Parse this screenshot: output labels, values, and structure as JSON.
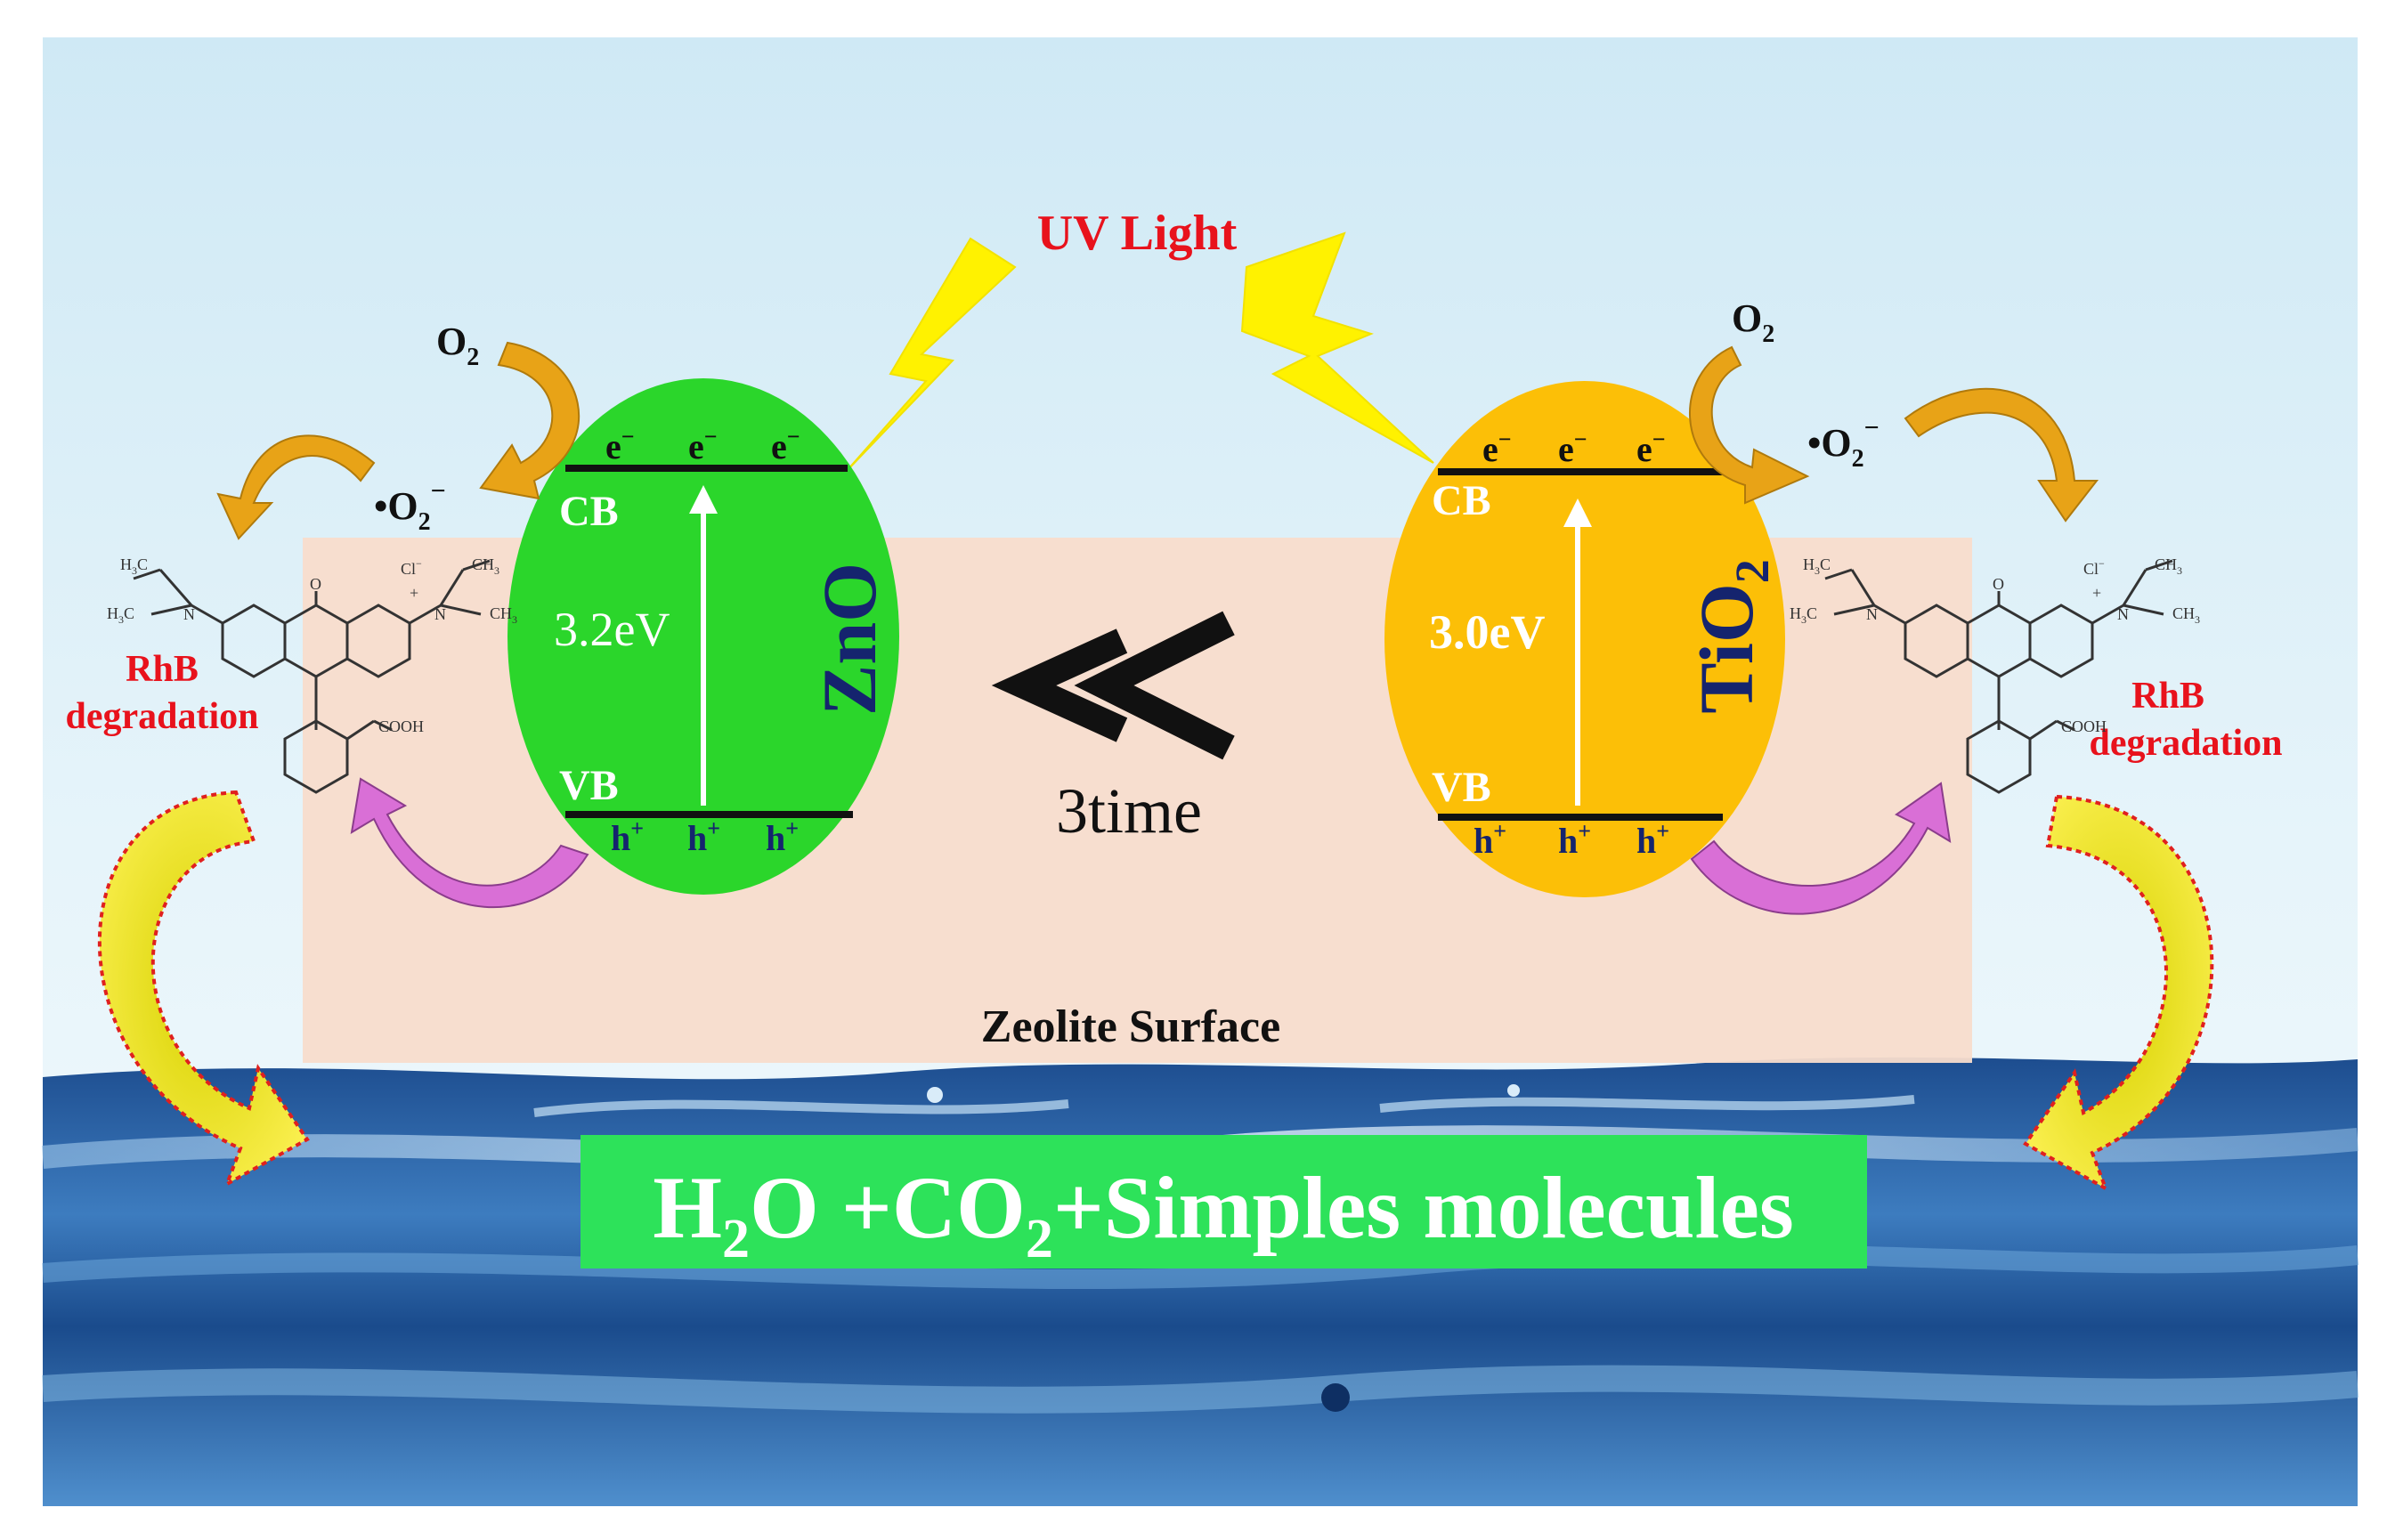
{
  "title": "UV Light",
  "zno": {
    "name": "ZnO",
    "cb": "CB",
    "vb": "VB",
    "band_gap": "3.2eV",
    "electron": "e",
    "electron_sup": "−",
    "hole": "h",
    "hole_sup": "+"
  },
  "tio2": {
    "name": "TiO",
    "name_sub": "2",
    "cb": "CB",
    "vb": "VB",
    "band_gap": "3.0eV",
    "electron": "e",
    "electron_sup": "−",
    "hole": "h",
    "hole_sup": "+"
  },
  "comparison": {
    "symbol": "<<",
    "label": "3time"
  },
  "left_side": {
    "o2": "O",
    "o2_sub": "2",
    "superoxide": "•O",
    "superoxide_sub": "2",
    "superoxide_sup": "−",
    "rhb_line1": "RhB",
    "rhb_line2": "degradation"
  },
  "right_side": {
    "o2": "O",
    "o2_sub": "2",
    "superoxide": "•O",
    "superoxide_sub": "2",
    "superoxide_sup": "−",
    "rhb_line1": "RhB",
    "rhb_line2": "degradation"
  },
  "molecule_labels": {
    "cl": "Cl",
    "cl_sup": "−",
    "cooh": "COOH",
    "h3c": "H",
    "ch3": "CH",
    "sub3": "3",
    "n": "N",
    "o": "O",
    "plus": "+"
  },
  "zeolite_label": "Zeolite Surface",
  "products": {
    "h": "H",
    "sub2a": "2",
    "mid": "O +CO",
    "sub2b": "2",
    "tail": "+Simples molecules"
  },
  "colors": {
    "sky": "#d4ecf6",
    "zeolite": "#f7dccd",
    "zno": "#2bd62b",
    "tio2": "#fcbf07",
    "lightning": "#fff200",
    "orange_arrow": "#e8a317",
    "pink_arrow": "#d96fd6",
    "label_red": "#e8121c",
    "products_box": "#2ee35c",
    "water_dark": "#103a78",
    "water_mid": "#3f7fc1"
  }
}
